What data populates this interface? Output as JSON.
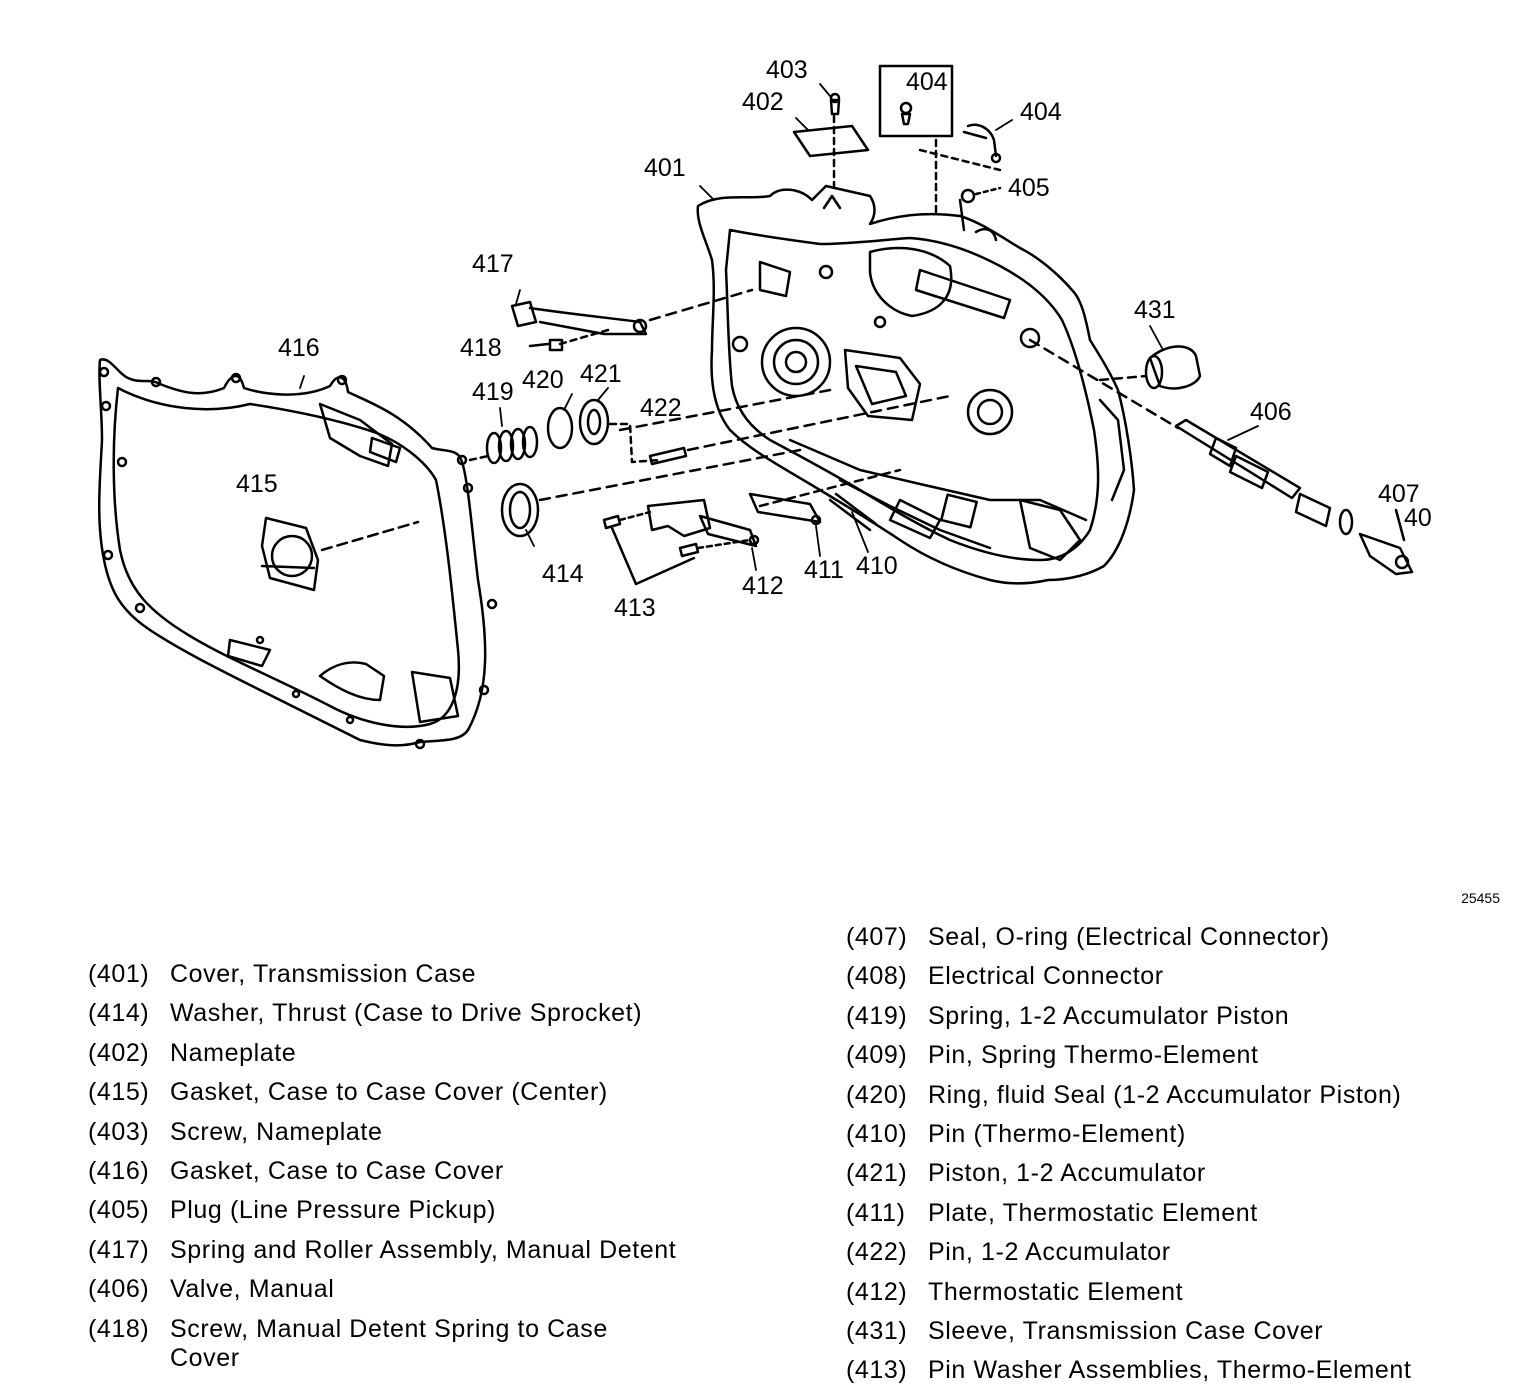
{
  "figure_number": "25455",
  "callouts": {
    "c401": "401",
    "c402": "402",
    "c403": "403",
    "c404a": "404",
    "c404b": "404",
    "c405": "405",
    "c406": "406",
    "c407": "407",
    "c408": "40",
    "c410": "410",
    "c411": "411",
    "c412": "412",
    "c413": "413",
    "c414": "414",
    "c415": "415",
    "c416": "416",
    "c417": "417",
    "c418": "418",
    "c419": "419",
    "c420": "420",
    "c421": "421",
    "c422": "422",
    "c431": "431"
  },
  "legend_left": [
    {
      "num": "(401)",
      "text": "Cover, Transmission Case"
    },
    {
      "num": "(414)",
      "text": "Washer, Thrust (Case to Drive Sprocket)"
    },
    {
      "num": "(402)",
      "text": "Nameplate"
    },
    {
      "num": "(415)",
      "text": "Gasket, Case to Case Cover (Center)"
    },
    {
      "num": "(403)",
      "text": "Screw, Nameplate"
    },
    {
      "num": "(416)",
      "text": "Gasket, Case to Case Cover"
    },
    {
      "num": "(405)",
      "text": "Plug (Line Pressure Pickup)"
    },
    {
      "num": "(417)",
      "text": "Spring and Roller Assembly, Manual Detent"
    },
    {
      "num": "(406)",
      "text": "Valve, Manual"
    },
    {
      "num": "(418)",
      "text": "Screw, Manual Detent Spring to Case Cover"
    }
  ],
  "legend_right": [
    {
      "num": "(407)",
      "text": "Seal, O-ring (Electrical Connector)"
    },
    {
      "num": "(408)",
      "text": "Electrical Connector"
    },
    {
      "num": "(419)",
      "text": "Spring, 1-2 Accumulator Piston"
    },
    {
      "num": "(409)",
      "text": "Pin, Spring Thermo-Element"
    },
    {
      "num": "(420)",
      "text": "Ring, fluid Seal (1-2 Accumulator Piston)"
    },
    {
      "num": "(410)",
      "text": "Pin (Thermo-Element)"
    },
    {
      "num": "(421)",
      "text": "Piston, 1-2 Accumulator"
    },
    {
      "num": "(411)",
      "text": "Plate, Thermostatic Element"
    },
    {
      "num": "(422)",
      "text": "Pin, 1-2 Accumulator"
    },
    {
      "num": "(412)",
      "text": "Thermostatic Element"
    },
    {
      "num": "(431)",
      "text": "Sleeve, Transmission Case Cover"
    },
    {
      "num": "(413)",
      "text": "Pin Washer Assemblies, Thermo-Element"
    }
  ]
}
